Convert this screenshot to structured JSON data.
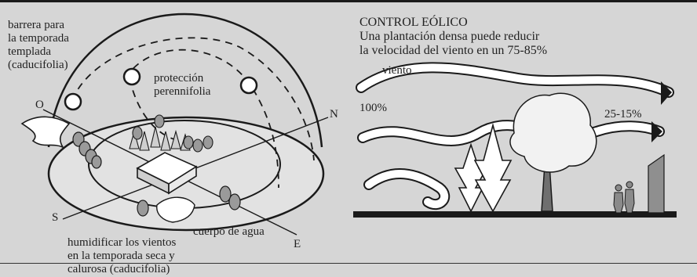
{
  "left_panel": {
    "labels": {
      "barrier": "barrera para\nla temporada\ntemplada\n(caducifolia)",
      "protection": "protección\nperennifolia",
      "west": "O",
      "north": "N",
      "south": "S",
      "east": "E",
      "water": "cuerpo de agua",
      "humidify": "humidificar los vientos\nen la temporada seca y\ncalurosa (caducifolia)"
    }
  },
  "right_panel": {
    "title": "CONTROL EÓLICO",
    "subtitle": "Una plantación densa puede reducir\nla velocidad del viento en un 75-85%",
    "wind_label": "viento",
    "percent_in": "100%",
    "percent_out": "25-15%"
  },
  "colors": {
    "background": "#d6d6d6",
    "line": "#1a1a1a",
    "fill_light": "#ffffff",
    "fill_shade": "#bdbdbd"
  }
}
